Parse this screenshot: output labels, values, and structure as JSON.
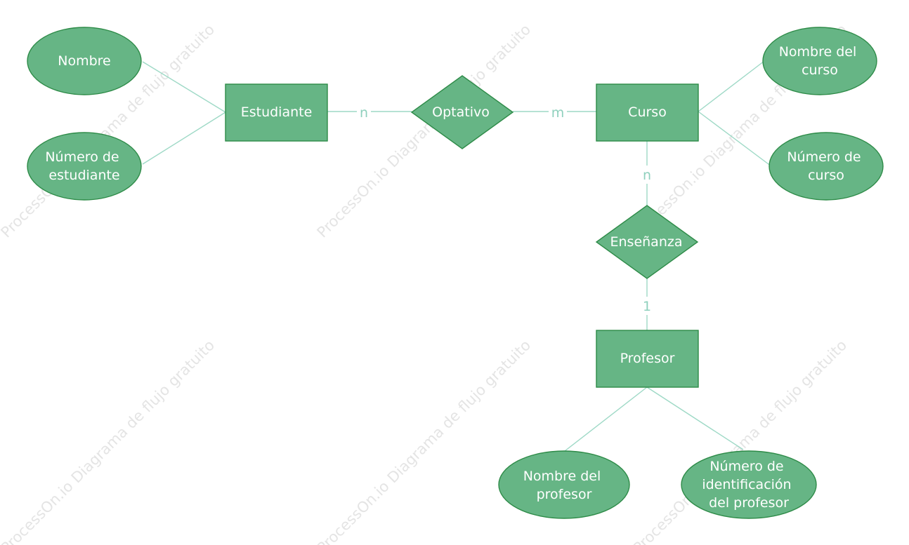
{
  "watermark": "ProcessOn.io Diagrama de flujo gratuito",
  "colors": {
    "node_fill": "#66b585",
    "node_stroke": "#2e8b48",
    "connector": "#9ed9c6",
    "cardinality_text": "#8fd0bd",
    "node_text": "#ffffff"
  },
  "entities": {
    "estudiante": "Estudiante",
    "curso": "Curso",
    "profesor": "Profesor"
  },
  "relationships": {
    "optativo": "Optativo",
    "ensenanza": "Enseñanza"
  },
  "attributes": {
    "nombre": [
      "Nombre"
    ],
    "numero_estudiante": [
      "Número de",
      "estudiante"
    ],
    "nombre_curso": [
      "Nombre del",
      "curso"
    ],
    "numero_curso": [
      "Número de",
      "curso"
    ],
    "nombre_profesor": [
      "Nombre del",
      "profesor"
    ],
    "id_profesor": [
      "Número de",
      "identificación",
      "del profesor"
    ]
  },
  "cardinalities": {
    "estudiante_optativo": "n",
    "optativo_curso": "m",
    "curso_ensenanza": "n",
    "ensenanza_profesor": "1"
  }
}
